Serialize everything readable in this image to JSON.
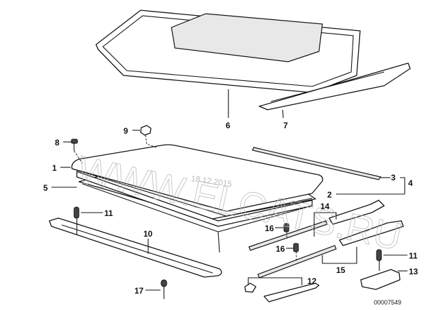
{
  "diagram": {
    "callouts": [
      "1",
      "2",
      "3",
      "4",
      "5",
      "6",
      "7",
      "8",
      "9",
      "10",
      "11",
      "11",
      "12",
      "13",
      "14",
      "15",
      "16",
      "16",
      "17"
    ],
    "watermark": "WWW.ELCATS.RU",
    "date_stamp": "18.12.2015",
    "drawing_number": "00007549"
  }
}
